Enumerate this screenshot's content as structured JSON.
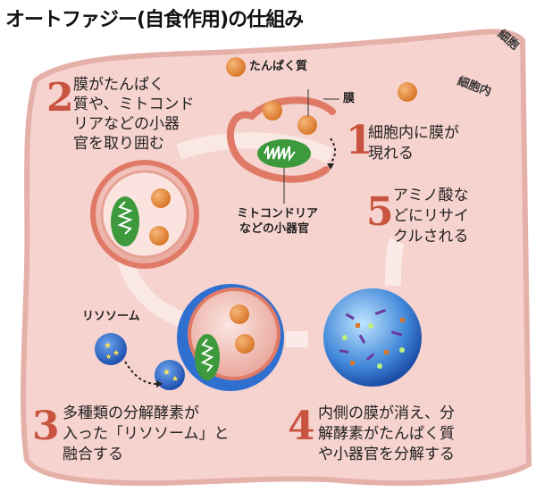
{
  "title": "オートファジー(自食作用)の仕組み",
  "region_labels": {
    "cell_membrane": "細胞",
    "cell_interior": "細胞内"
  },
  "part_labels": {
    "protein": "たんぱく質",
    "membrane": "膜",
    "organelle_line1": "ミトコンドリア",
    "organelle_line2": "などの小器官",
    "lysosome": "リソソーム"
  },
  "steps": [
    {
      "number": "1",
      "lines": [
        "細胞内に膜が",
        "現れる"
      ]
    },
    {
      "number": "2",
      "lines": [
        "膜がたんぱく",
        "質や、ミトコンド",
        "リアなどの小器",
        "官を取り囲む"
      ]
    },
    {
      "number": "3",
      "lines": [
        "多種類の分解酵素が",
        "入った「リソソーム」と",
        "融合する"
      ]
    },
    {
      "number": "4",
      "lines": [
        "内側の膜が消え、分",
        "解酵素がたんぱく質",
        "や小器官を分解する"
      ]
    },
    {
      "number": "5",
      "lines": [
        "アミノ酸な",
        "どにリサイ",
        "クルされる"
      ]
    }
  ],
  "colors": {
    "cell_fill": "#f6d3cf",
    "cell_edge": "#e6b0aa",
    "membrane": "#e07a66",
    "protein": "#e08a3a",
    "mitochondria": "#3c9a3c",
    "lysosome": "#2f6fd0",
    "step_number": "#c8533e"
  }
}
